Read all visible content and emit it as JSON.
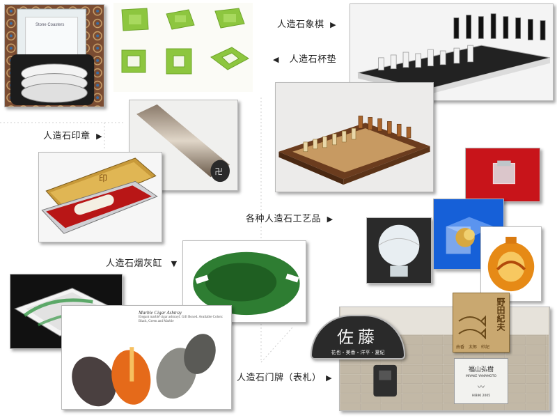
{
  "labels": {
    "chess": "人造石象棋",
    "coasters": "人造石杯垫",
    "seal": "人造石印章",
    "crafts": "各种人造石工艺品",
    "ashtray": "人造石烟灰缸",
    "doorplate": "人造石门牌（表札）"
  },
  "arrows": {
    "right": "▶",
    "left": "◀",
    "down": "▼"
  },
  "coaster_box": {
    "brand_text": "Stone Coasters"
  },
  "nameplate": {
    "surname": "佐藤",
    "given_names": "花也・美香・洋平・夏紀"
  },
  "wood_plate": {
    "name": "野田紀夫",
    "family": "由香　太郎　紗記"
  },
  "house_plate": {
    "name": "福山弘樹",
    "line": "MIYAKE YAMAMOTO",
    "number": "HIBIKI 2005"
  },
  "ashtray_card": {
    "title": "Marble Cigar Ashtray",
    "subtitle": "Elegant marble cigar ashtrays. Gift Boxed. Available Colors: Black, Green and Marble"
  },
  "seal_case": {
    "emblem": "印"
  },
  "colors": {
    "lime": "#8dc63f",
    "felt": "#f0f0f0",
    "wood": "#6b3c1e",
    "green_ashtray": "#2e7d32"
  }
}
